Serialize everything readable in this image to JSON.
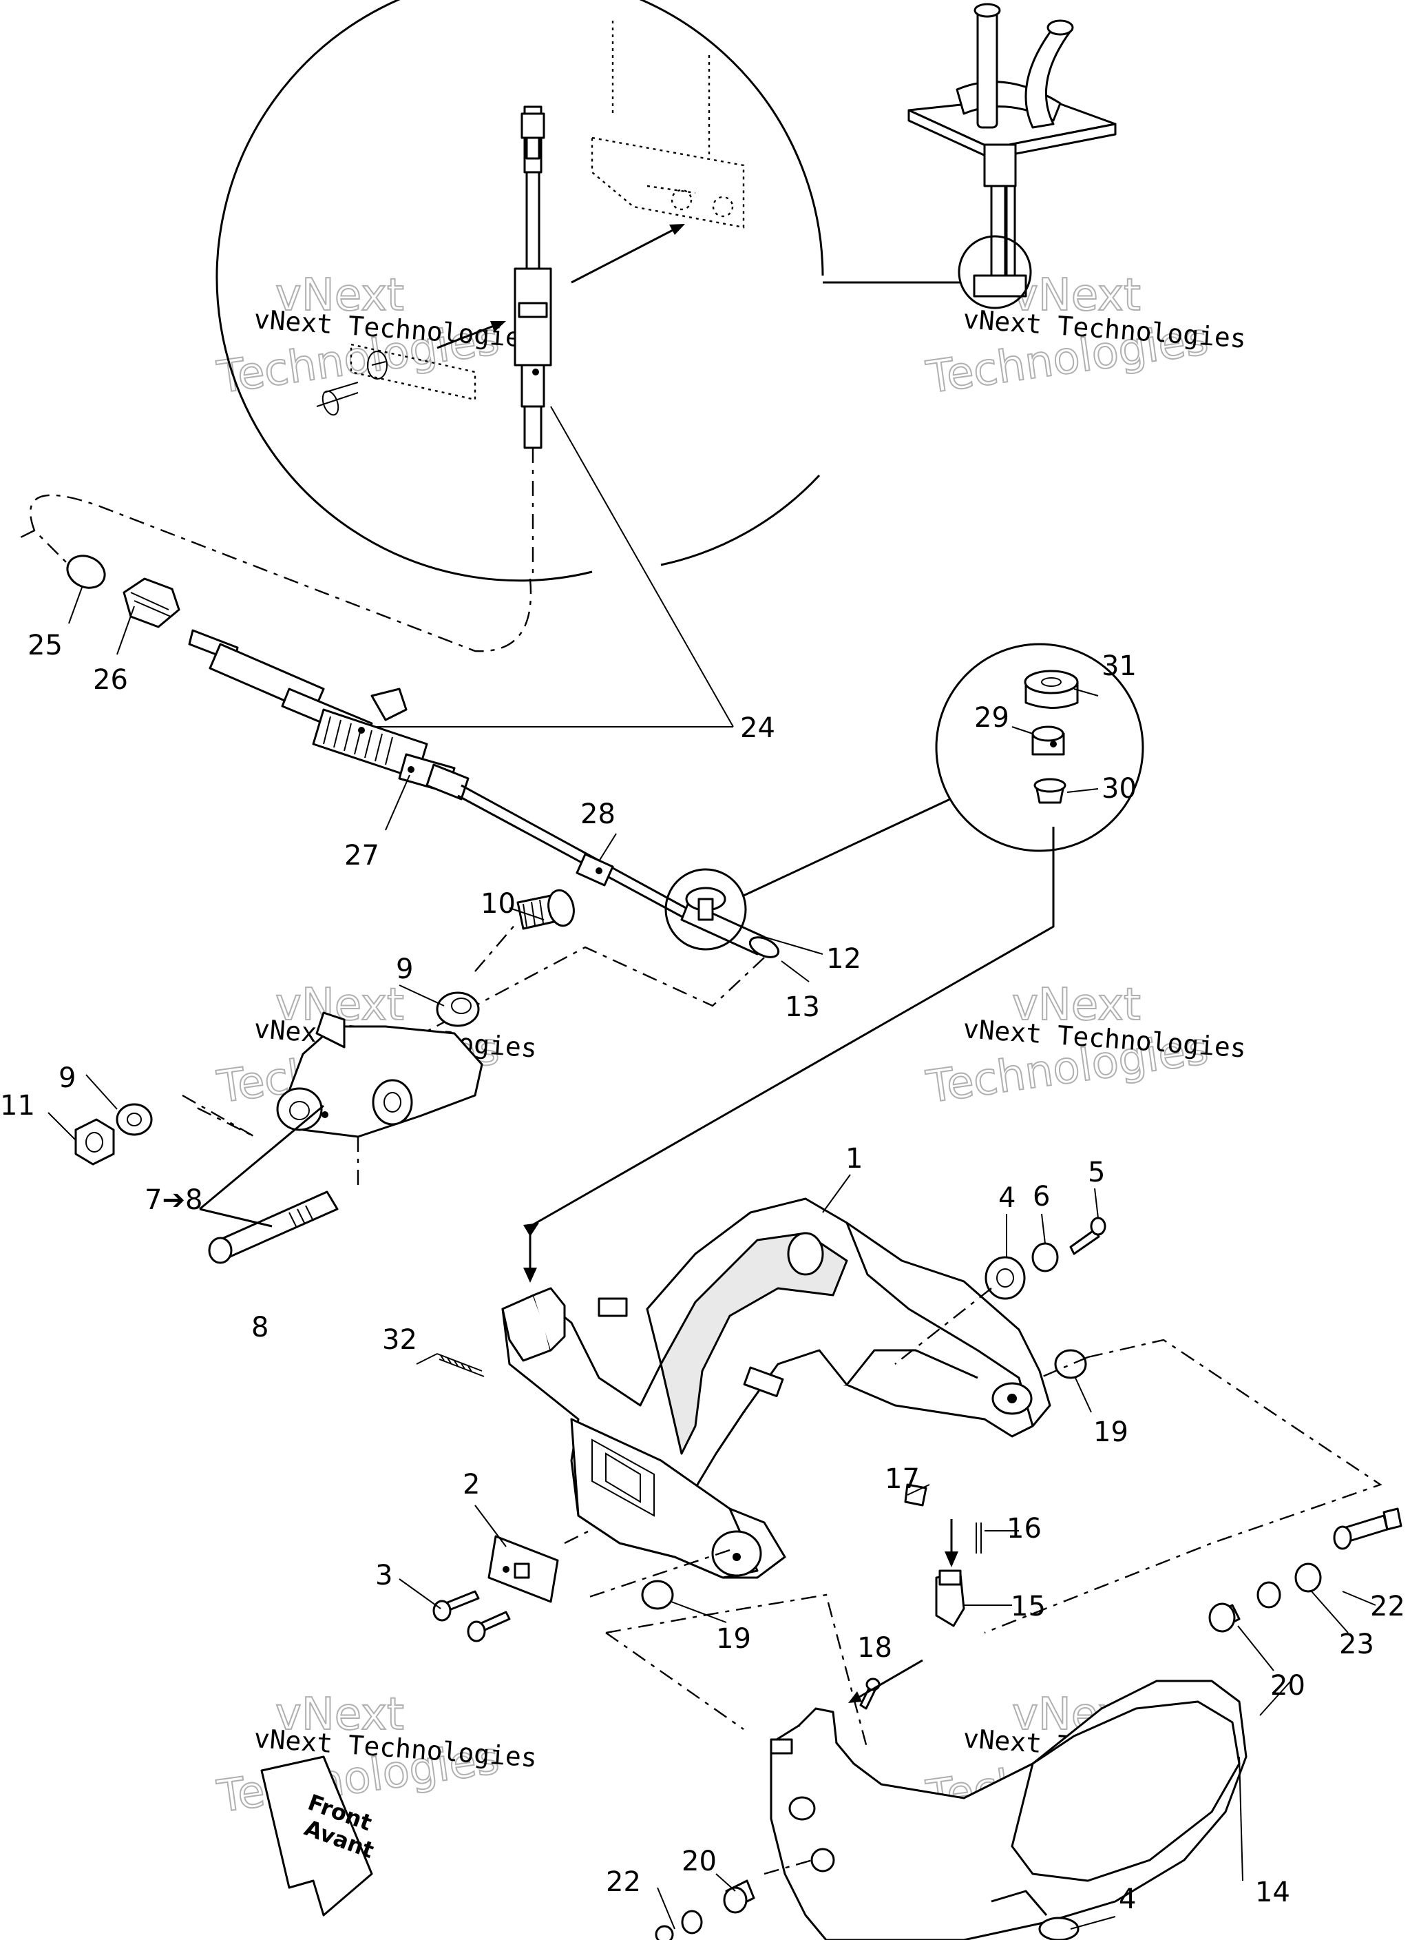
{
  "labels": [
    {
      "id": "p1",
      "text": "1"
    },
    {
      "id": "p2",
      "text": "2"
    },
    {
      "id": "p3",
      "text": "3"
    },
    {
      "id": "p4a",
      "text": "4"
    },
    {
      "id": "p4b",
      "text": "4"
    },
    {
      "id": "p5",
      "text": "5"
    },
    {
      "id": "p6",
      "text": "6"
    },
    {
      "id": "p7",
      "text": "7➔8"
    },
    {
      "id": "p8",
      "text": "8"
    },
    {
      "id": "p9a",
      "text": "9"
    },
    {
      "id": "p9b",
      "text": "9"
    },
    {
      "id": "p10",
      "text": "10"
    },
    {
      "id": "p11",
      "text": "11"
    },
    {
      "id": "p12",
      "text": "12"
    },
    {
      "id": "p13",
      "text": "13"
    },
    {
      "id": "p14",
      "text": "14"
    },
    {
      "id": "p15",
      "text": "15"
    },
    {
      "id": "p16",
      "text": "16"
    },
    {
      "id": "p17",
      "text": "17"
    },
    {
      "id": "p18",
      "text": "18"
    },
    {
      "id": "p19a",
      "text": "19"
    },
    {
      "id": "p19b",
      "text": "19"
    },
    {
      "id": "p20a",
      "text": "20"
    },
    {
      "id": "p20b",
      "text": "20"
    },
    {
      "id": "p22a",
      "text": "22"
    },
    {
      "id": "p22b",
      "text": "22"
    },
    {
      "id": "p23",
      "text": "23"
    },
    {
      "id": "p24",
      "text": "24"
    },
    {
      "id": "p25",
      "text": "25"
    },
    {
      "id": "p26",
      "text": "26"
    },
    {
      "id": "p27",
      "text": "27"
    },
    {
      "id": "p28",
      "text": "28"
    },
    {
      "id": "p29",
      "text": "29"
    },
    {
      "id": "p30",
      "text": "30"
    },
    {
      "id": "p31",
      "text": "31"
    },
    {
      "id": "p32",
      "text": "32"
    }
  ],
  "watermark": {
    "line1": "vNext Technologies",
    "big_top": "vNext",
    "big_bottom": "Technologies"
  },
  "front_sign": {
    "line1": "Front",
    "line2": "Avant"
  }
}
